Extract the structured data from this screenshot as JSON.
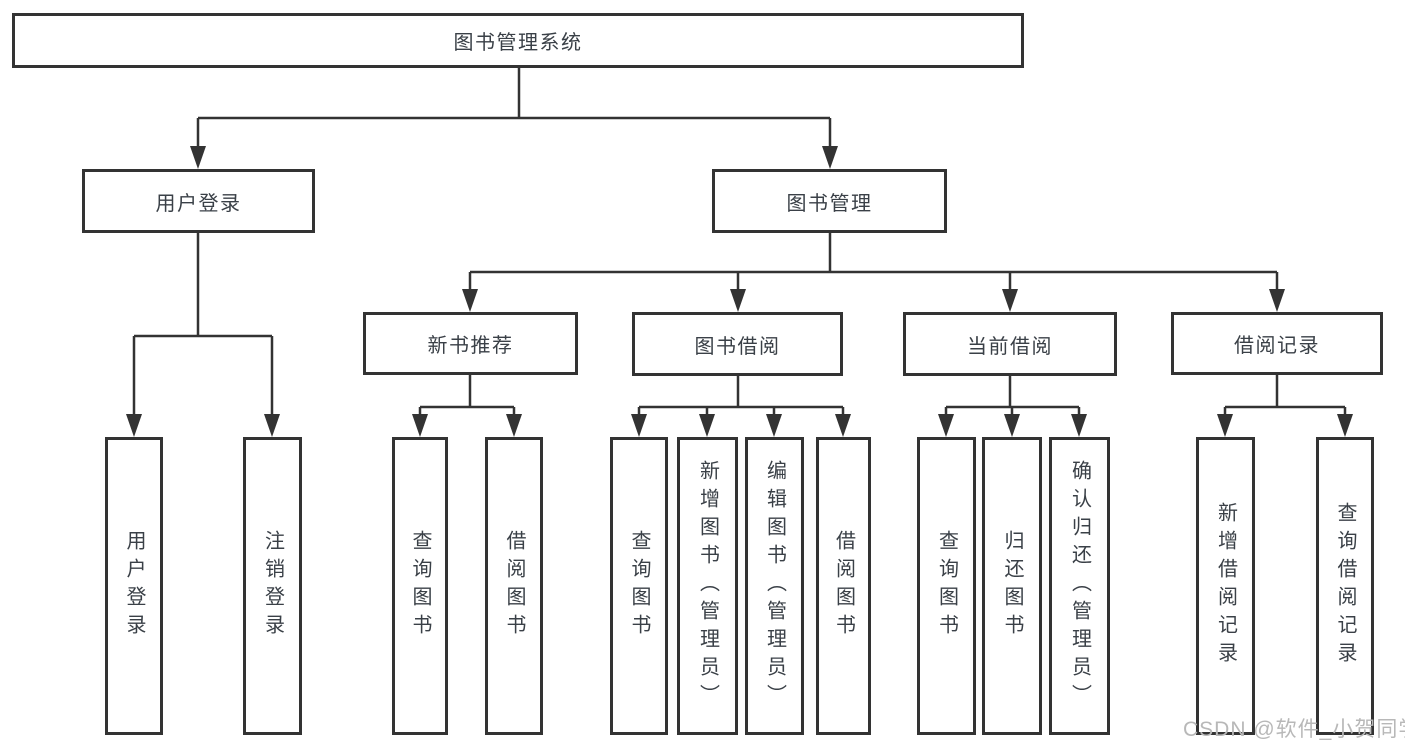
{
  "tree": {
    "label": "图书管理系统",
    "children": [
      {
        "label": "用户登录",
        "children": [
          {
            "label": "用户登录"
          },
          {
            "label": "注销登录"
          }
        ]
      },
      {
        "label": "图书管理",
        "children": [
          {
            "label": "新书推荐",
            "children": [
              {
                "label": "查询图书"
              },
              {
                "label": "借阅图书"
              }
            ]
          },
          {
            "label": "图书借阅",
            "children": [
              {
                "label": "查询图书"
              },
              {
                "label": "新增图书（管理员）"
              },
              {
                "label": "编辑图书（管理员）"
              },
              {
                "label": "借阅图书"
              }
            ]
          },
          {
            "label": "当前借阅",
            "children": [
              {
                "label": "查询图书"
              },
              {
                "label": "归还图书"
              },
              {
                "label": "确认归还（管理员）"
              }
            ]
          },
          {
            "label": "借阅记录",
            "children": [
              {
                "label": "新增借阅记录"
              },
              {
                "label": "查询借阅记录"
              }
            ]
          }
        ]
      }
    ]
  },
  "watermark": {
    "text": "CSDN @软件_小贺同学"
  },
  "colors": {
    "line": "#333333",
    "box_border": "#333333",
    "text": "#3a4047",
    "watermark": "#b8b8b8",
    "background": "#ffffff"
  }
}
